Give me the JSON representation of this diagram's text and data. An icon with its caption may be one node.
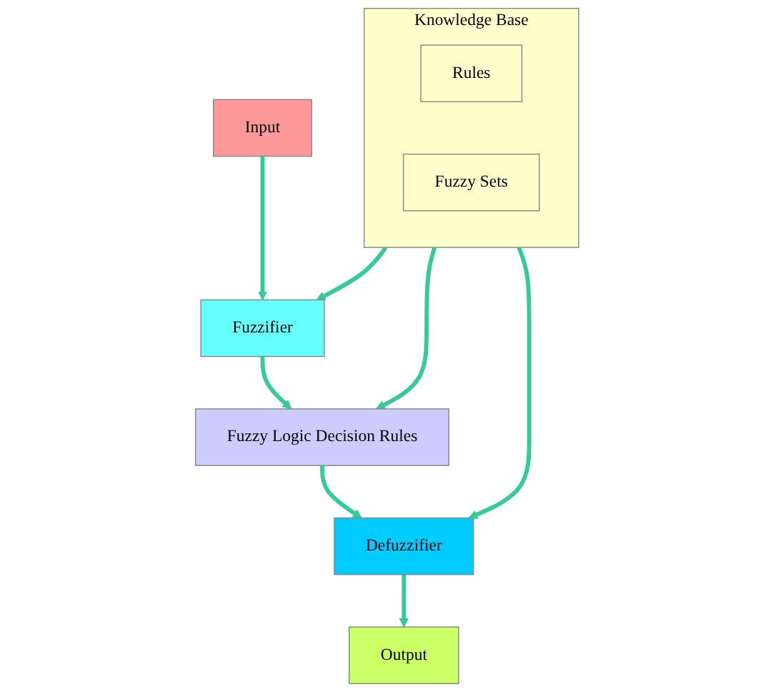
{
  "diagram": {
    "nodes": [
      {
        "text": [
          "Knowledge Base"
        ]
      },
      {
        "text": [
          "Rules"
        ],
        "in": 0
      },
      {
        "text": [
          "Fuzzy Sets"
        ],
        "in": 0
      },
      {
        "text": [
          "Fuzzifier"
        ]
      },
      {
        "text": [
          "Fuzzy Logic Decision Rules"
        ]
      },
      {
        "text": [
          "Defuzzifier"
        ]
      },
      {
        "text": [
          "Input"
        ]
      },
      {
        "text": [
          "Output"
        ]
      }
    ],
    "edges": [
      {
        "from": 0,
        "to": 3,
        "arrow": "to"
      },
      {
        "from": 0,
        "to": 4,
        "arrow": "to"
      },
      {
        "from": 0,
        "to": 5,
        "arrow": "to"
      },
      {
        "from": 6,
        "to": 3,
        "arrow": "to"
      },
      {
        "from": 3,
        "to": 4,
        "arrow": "to"
      },
      {
        "from": 4,
        "to": 5,
        "arrow": "to"
      },
      {
        "from": 5,
        "to": 7,
        "arrow": "to"
      }
    ]
  }
}
